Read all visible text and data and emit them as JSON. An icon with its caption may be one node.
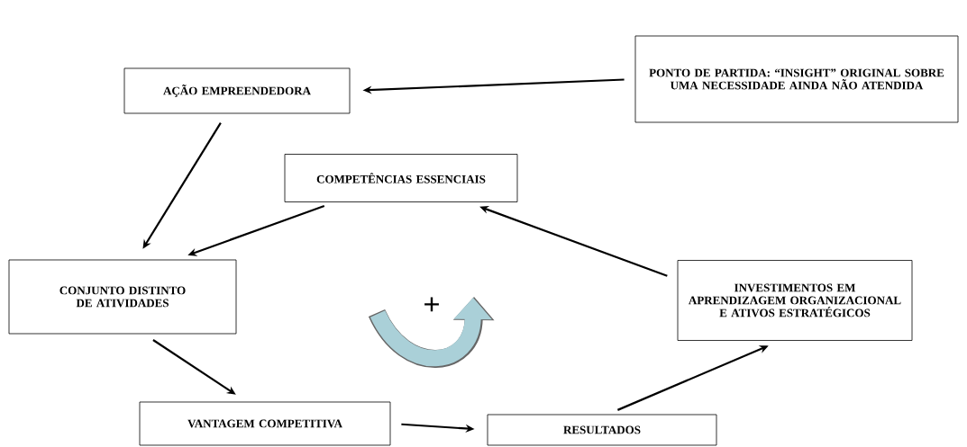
{
  "diagram": {
    "nodes": [
      {
        "text": [
          "PONTO DE PARTIDA: “INSIGHT” ORIGINAL SOBRE UMA NECESSIDADE AINDA NÃO ATENDIDA"
        ]
      },
      {
        "text": [
          "AÇÃO EMPREENDEDORA"
        ]
      },
      {
        "text": [
          "COMPETÊNCIAS ESSENCIAIS"
        ]
      },
      {
        "text": [
          "CONJUNTO DISTINTO DE ATIVIDADES"
        ]
      },
      {
        "text": [
          "INVESTIMENTOS EM APRENDIZAGEM ORGANIZACIONAL E ATIVOS ESTRATÉGICOS"
        ]
      },
      {
        "text": [
          "VANTAGEM COMPETITIVA"
        ]
      },
      {
        "text": [
          "RESULTADOS"
        ]
      }
    ],
    "edges": [
      {
        "from": 0,
        "to": 1,
        "arrow": "to"
      },
      {
        "from": 1,
        "to": 3,
        "arrow": "to"
      },
      {
        "from": 2,
        "to": 3,
        "arrow": "to"
      },
      {
        "from": 3,
        "to": 5,
        "arrow": "to"
      },
      {
        "from": 5,
        "to": 6,
        "arrow": "to"
      },
      {
        "from": 6,
        "to": 4,
        "arrow": "to"
      },
      {
        "from": 4,
        "to": 2,
        "arrow": "to"
      }
    ],
    "labels": [
      "+"
    ]
  }
}
